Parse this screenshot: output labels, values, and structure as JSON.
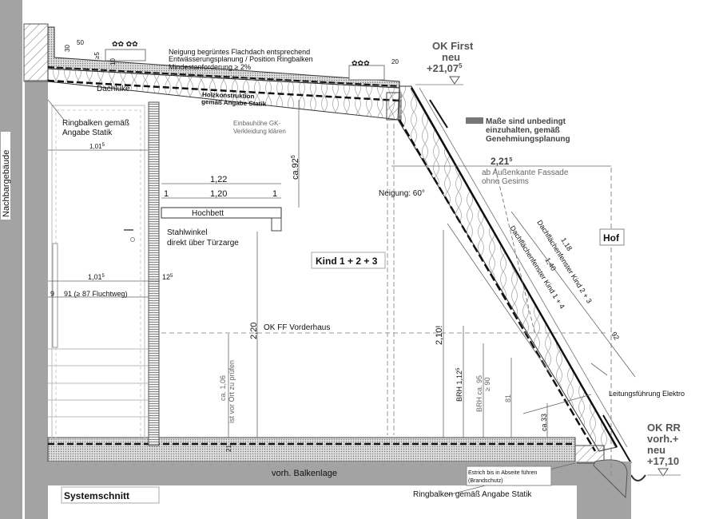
{
  "neighbor_label": "Nachbargebäude",
  "title": "Systemschnitt",
  "room_label": "Kind 1 + 2 + 3",
  "yard_label": "Hof",
  "ridge_level": {
    "l1": "OK First",
    "l2": "neu",
    "l3": "+21,07",
    "sup": "5"
  },
  "eaves_level": {
    "l1": "OK RR",
    "l2": "vorh.+",
    "l3": "neu",
    "l4": "+17,10"
  },
  "notes": {
    "roof_slope": [
      "Neigung begrüntes Flachdach entsprechend",
      "Entwässerungsplanung / Position Ringbalken",
      "Mindestanforderung ≥ 2%"
    ],
    "hatch": "Dachluke",
    "wood": [
      "Holzkonstruktion",
      "gemäß Angabe Statik"
    ],
    "ringbeam_top": [
      "Ringbalken gemäß",
      "Angabe Statik"
    ],
    "gk": [
      "Einbauhöhe GK-",
      "Verkleidung klären"
    ],
    "legend": [
      "Maße sind unbedingt",
      "einzuhalten, gemäß",
      "Genehmiungsplanung"
    ],
    "facade": [
      "ab Außenkante Fassade",
      "ohne Gesims"
    ],
    "pitch": "Neigung: 60°",
    "loft": "Hochbett",
    "steel": [
      "Stahlwinkel",
      "direkt über Türzarge"
    ],
    "floor_level": "OK FF  Vorderhaus",
    "check": [
      "ca. 1,06",
      "ist vor Ort zu prüfen"
    ],
    "window23": "Dachflächenfenster Kind 2 + 3",
    "window14": "Dachflächenfenster Kind 1 + 4",
    "electric": "Leitungsführung Elektro",
    "screed": [
      "Estrich bis in Abseite führen",
      "(Brandschutz)"
    ],
    "beams": "vorh. Balkenlage",
    "ringbeam_bottom": "Ringbalken gemäß Angabe Statik"
  },
  "dims": {
    "d30": "30",
    "d50": "50",
    "d5": "≥5",
    "d10": "10",
    "d20": "20",
    "door_w": "1,01",
    "door_w_sup": "5",
    "ca92": "ca.92",
    "ca92_sup": "5",
    "d221": "2,21",
    "d221_sup": "5",
    "d122": "1,22",
    "d120": "1,20",
    "d1a": "1",
    "d1b": "1",
    "d101b": "1,01",
    "d101b_sup": "5",
    "d125": "12",
    "d125_sup": "5",
    "d9": "9",
    "d91": "91 (≥ 87 Fluchtweg)",
    "d220": "2,20",
    "d210": "2,10!",
    "brh1": "BRH 1,12",
    "brh1_sup": "5",
    "brh2": "BRH ca. 95",
    "brh2b": "≥ 90",
    "d81": "81",
    "ca33": "ca.33",
    "d21": "21",
    "d118": "1,18",
    "d140": "1,40",
    "d92": "92"
  }
}
